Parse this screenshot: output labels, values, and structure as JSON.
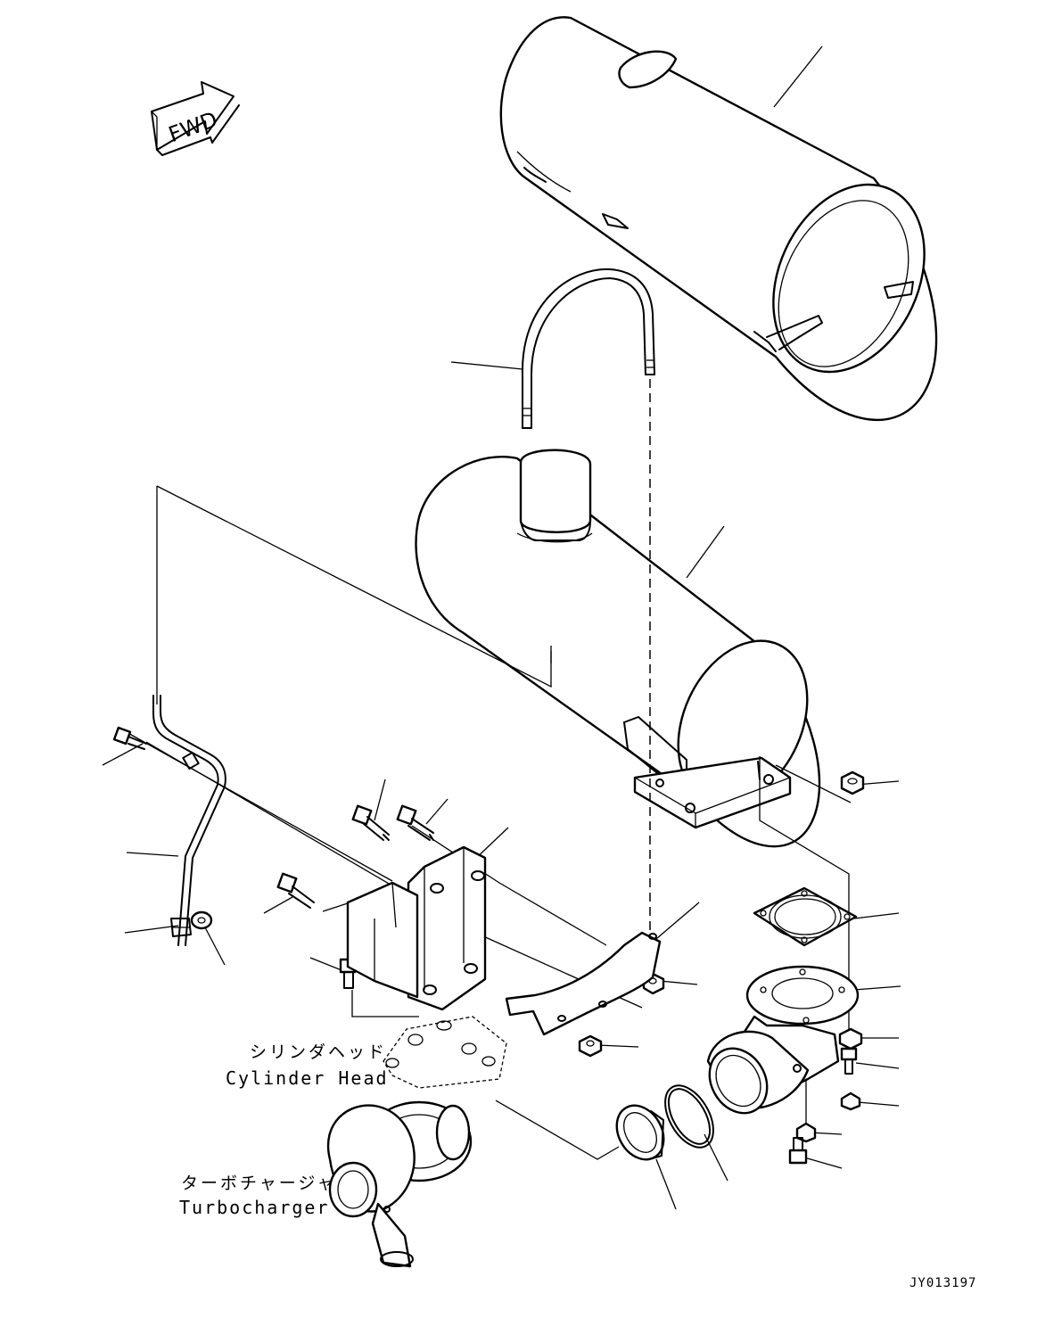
{
  "callouts": {
    "cylinder_head_jp": "シリンダヘッド",
    "cylinder_head_en": "Cylinder Head",
    "turbocharger_jp": "ターボチャージャ",
    "turbocharger_en": "Turbocharger"
  },
  "direction_arrow": {
    "text": "FWD"
  },
  "drawing_code": "JY013197"
}
